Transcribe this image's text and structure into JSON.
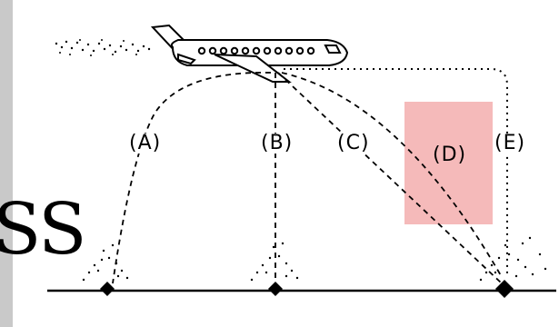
{
  "left_text": "SS",
  "path_labels": [
    "(A)",
    "(B)",
    "(C)",
    "(D)",
    "(E)"
  ],
  "colors": {
    "line": "#000000",
    "highlight": "#f2a3a3",
    "strip": "#c9c9c9"
  },
  "icons": [
    "airplane-icon",
    "ground-burst-icon"
  ]
}
